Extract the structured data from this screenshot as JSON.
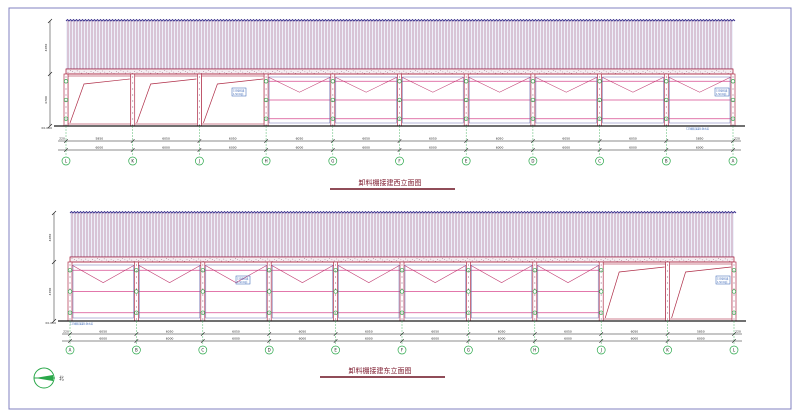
{
  "drawing_1": {
    "title": "卸料棚接建西立面图",
    "axes": [
      "L",
      "K",
      "J",
      "H",
      "G",
      "F",
      "E",
      "D",
      "C",
      "B",
      "A"
    ],
    "spans": [
      "5850",
      "6050",
      "6050",
      "6050",
      "6050",
      "6050",
      "6050",
      "6050",
      "6050",
      "5850"
    ],
    "spans_total": [
      "6000",
      "6000",
      "6000",
      "6000",
      "6000",
      "6000",
      "6000",
      "6000",
      "6000",
      "6000"
    ],
    "edge_dims": [
      "220",
      "220"
    ],
    "height_dims": [
      "4050",
      "4700"
    ],
    "ground_label": "±0.000",
    "callout_left": "150厚砖墙\n1.5mm彩",
    "callout_right": "150厚砖墙\n1.5mm彩",
    "bottom_note": "C15细石混凝土防水层"
  },
  "drawing_2": {
    "title": "卸料棚接建东立面图",
    "axes": [
      "A",
      "B",
      "C",
      "D",
      "E",
      "F",
      "G",
      "H",
      "J",
      "K",
      "L"
    ],
    "spans": [
      "6050",
      "6050",
      "6050",
      "6050",
      "6050",
      "6050",
      "6050",
      "6050",
      "6050",
      "5850"
    ],
    "spans_total": [
      "6000",
      "6000",
      "6000",
      "6000",
      "6000",
      "6000",
      "6000",
      "6000",
      "6000",
      "6000"
    ],
    "edge_dims": [
      "220",
      "220"
    ],
    "height_dims": [
      "4050",
      "4700"
    ],
    "ground_label": "±0.000",
    "callout_left": "150厚砖墙\n1.5mm彩",
    "callout_right": "150厚砖墙\n1.5mm彩",
    "bottom_note": "C15细石混凝土防水层"
  },
  "north_arrow_label": "北",
  "colors": {
    "roof_purple": "#3a2f8c",
    "roof_fill": "#d6d6f0",
    "wall_red": "#b0304a",
    "pink": "#d84a8f",
    "green": "#2aa84a",
    "frame": "#6a6ab0",
    "dim": "#1a1a1a",
    "title_line": "#6b1020"
  }
}
